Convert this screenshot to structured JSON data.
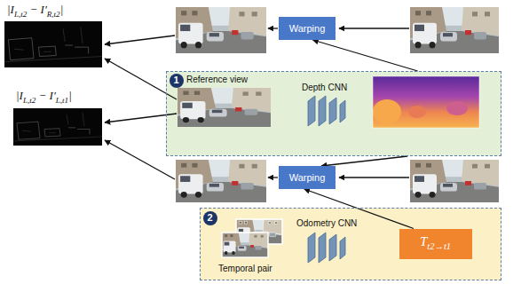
{
  "diagram": {
    "nodes": [
      {
        "text": [
          "Warping"
        ]
      },
      {
        "text": [
          "Reference view"
        ]
      },
      {
        "text": [
          "1"
        ],
        "in": 1
      },
      {
        "text": [
          "Warping"
        ]
      },
      {
        "text": [
          "Temporal pair"
        ]
      },
      {
        "text": [
          "2"
        ],
        "in": 4
      },
      {
        "text": [
          "Tt2→t1"
        ],
        "in": 4
      }
    ],
    "edges": [
      {
        "from": 1,
        "to": 0,
        "arrow": "to"
      },
      {
        "from": 1,
        "to": 3,
        "arrow": "to"
      },
      {
        "from": 6,
        "to": 3,
        "arrow": "to"
      }
    ],
    "labels": [
      "|IL,t2 − I′R,t2|",
      "|IL,t2 − I′L,t1|",
      "Depth CNN",
      "Odometry CNN"
    ]
  }
}
